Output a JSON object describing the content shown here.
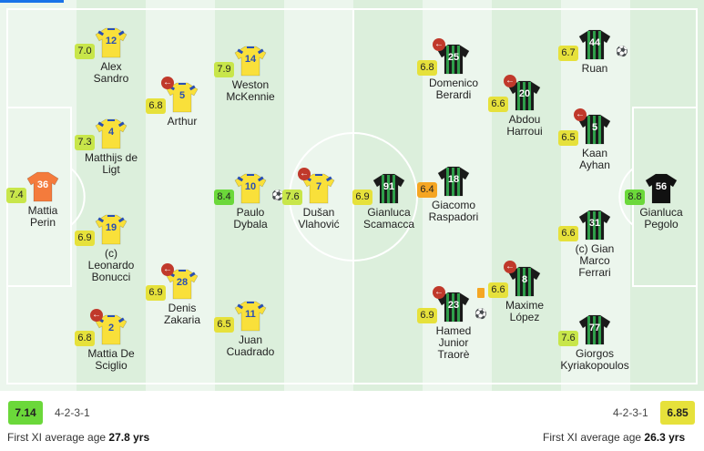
{
  "colors": {
    "stripe_light": "#ecf6ed",
    "stripe_dark": "#dcefdc",
    "lines": "#ffffff",
    "home_shirt": "#f9e03a",
    "home_trim": "#2a4fb3",
    "home_gk": "#f47b3c",
    "away_shirt": "#1a1a1a",
    "away_stripe": "#2f9e4a",
    "away_gk": "#111111",
    "rating_high": "#6bd83a",
    "rating_mid": "#c8e64a",
    "rating_avg": "#e6e13b",
    "rating_low": "#f5a623",
    "card_yellow": "#f5a623",
    "sub_red": "#c0392b"
  },
  "home_team": {
    "players": [
      {
        "number": "36",
        "name": "Mattia\nPerin",
        "rating": "7.4",
        "rating_level": "mid",
        "gk": true
      },
      {
        "number": "12",
        "name": "Alex\nSandro",
        "rating": "7.0",
        "rating_level": "mid"
      },
      {
        "number": "4",
        "name": "Matthijs de\nLigt",
        "rating": "7.3",
        "rating_level": "mid"
      },
      {
        "number": "19",
        "name": "(c)\nLeonardo\nBonucci",
        "rating": "6.9",
        "rating_level": "avg"
      },
      {
        "number": "2",
        "name": "Mattia De\nSciglio",
        "rating": "6.8",
        "rating_level": "avg",
        "sub": true
      },
      {
        "number": "5",
        "name": "Arthur",
        "rating": "6.8",
        "rating_level": "avg",
        "sub": true
      },
      {
        "number": "28",
        "name": "Denis\nZakaria",
        "rating": "6.9",
        "rating_level": "avg",
        "sub": true
      },
      {
        "number": "14",
        "name": "Weston\nMcKennie",
        "rating": "7.9",
        "rating_level": "mid"
      },
      {
        "number": "10",
        "name": "Paulo\nDybala",
        "rating": "8.4",
        "rating_level": "high",
        "goal": true
      },
      {
        "number": "11",
        "name": "Juan\nCuadrado",
        "rating": "6.5",
        "rating_level": "avg"
      },
      {
        "number": "7",
        "name": "Dušan\nVlahović",
        "rating": "7.6",
        "rating_level": "mid",
        "sub": true
      }
    ]
  },
  "away_team": {
    "players": [
      {
        "number": "91",
        "name": "Gianluca\nScamacca",
        "rating": "6.9",
        "rating_level": "avg"
      },
      {
        "number": "25",
        "name": "Domenico\nBerardi",
        "rating": "6.8",
        "rating_level": "avg",
        "sub": true
      },
      {
        "number": "18",
        "name": "Giacomo\nRaspadori",
        "rating": "6.4",
        "rating_level": "low"
      },
      {
        "number": "23",
        "name": "Hamed\nJunior\nTraorè",
        "rating": "6.9",
        "rating_level": "avg",
        "sub": true,
        "goal": true,
        "card": true
      },
      {
        "number": "20",
        "name": "Abdou\nHarroui",
        "rating": "6.6",
        "rating_level": "avg",
        "sub": true
      },
      {
        "number": "8",
        "name": "Maxime\nLópez",
        "rating": "6.6",
        "rating_level": "avg",
        "sub": true
      },
      {
        "number": "44",
        "name": "Ruan",
        "rating": "6.7",
        "rating_level": "avg",
        "own_goal": true
      },
      {
        "number": "5",
        "name": "Kaan\nAyhan",
        "rating": "6.5",
        "rating_level": "avg",
        "sub": true
      },
      {
        "number": "31",
        "name": "(c) Gian\nMarco\nFerrari",
        "rating": "6.6",
        "rating_level": "avg"
      },
      {
        "number": "77",
        "name": "Giorgos\nKyriakopoulos",
        "rating": "7.6",
        "rating_level": "mid"
      },
      {
        "number": "56",
        "name": "Gianluca\nPegolo",
        "rating": "8.8",
        "rating_level": "high",
        "gk": true
      }
    ]
  },
  "footer": {
    "home_avg_rating": "7.14",
    "home_formation": "4-2-3-1",
    "home_age_label": "First XI average age",
    "home_age_value": "27.8 yrs",
    "away_avg_rating": "6.85",
    "away_formation": "4-2-3-1",
    "away_age_label": "First XI average age",
    "away_age_value": "26.3 yrs"
  }
}
